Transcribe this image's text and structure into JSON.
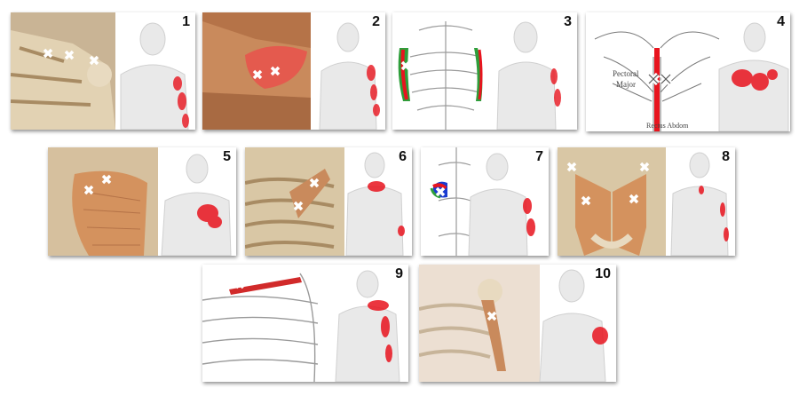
{
  "panels": [
    {
      "label": "1",
      "left_bg": "bone"
    },
    {
      "label": "2",
      "left_bg": "muscle"
    },
    {
      "label": "3",
      "left_bg": "drawing"
    },
    {
      "label": "4",
      "left_bg": "sketch"
    },
    {
      "label": "5",
      "left_bg": "muscle"
    },
    {
      "label": "6",
      "left_bg": "bone"
    },
    {
      "label": "7",
      "left_bg": "drawing"
    },
    {
      "label": "8",
      "left_bg": "muscle"
    },
    {
      "label": "9",
      "left_bg": "drawing"
    },
    {
      "label": "10",
      "left_bg": "bone"
    }
  ],
  "sketch_text": [
    "Pectoral",
    "Major",
    "Rectus Abdom"
  ],
  "colors": {
    "pain": "#e8141e",
    "muscle": "#c98a5c",
    "bone": "#d9c7a5",
    "body": "#e9e9e9",
    "marker": "#ffffff"
  },
  "icons": [
    "trigger-point-x-icon",
    "pain-referral-icon",
    "body-figure-icon"
  ]
}
